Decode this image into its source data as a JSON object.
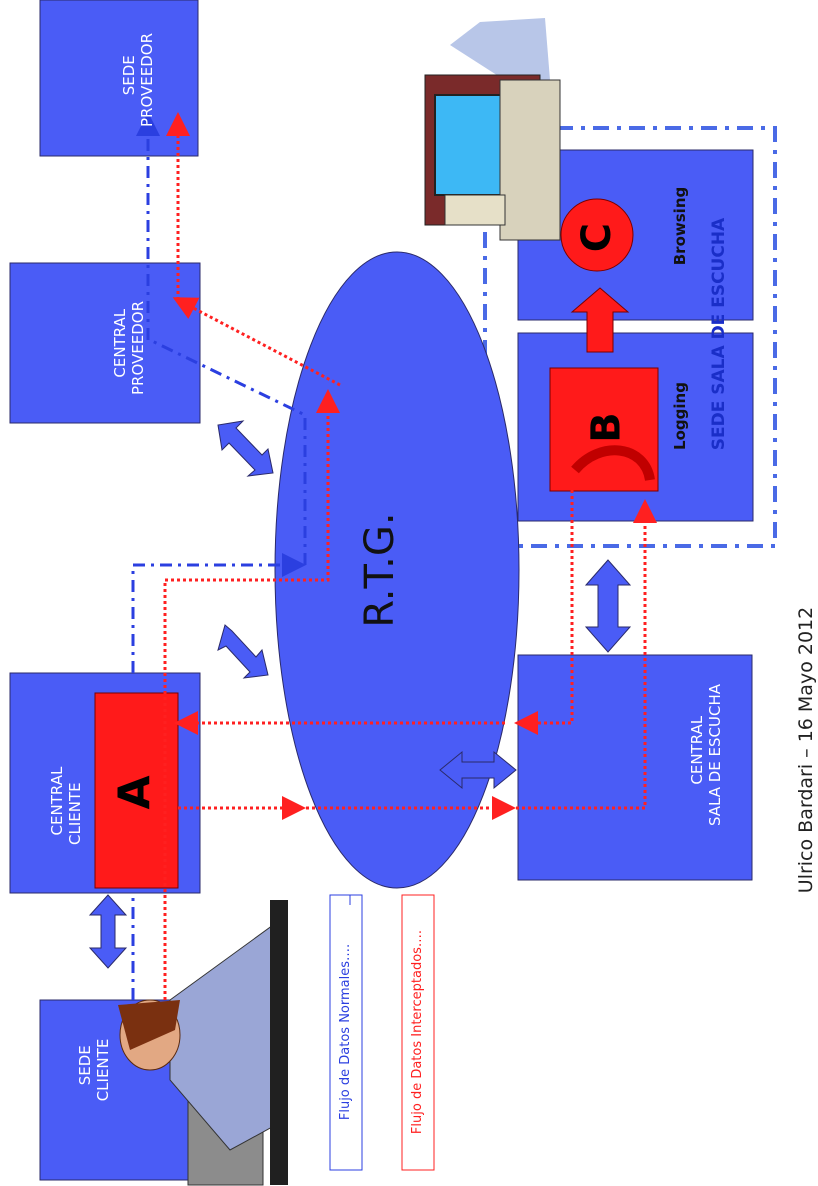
{
  "colors": {
    "box": "#4a5cf6",
    "intercept": "#ff2020",
    "normal": "#2b3fe0",
    "letter_box": "#ff1a1a",
    "sala_border": "#4a6ae6"
  },
  "boxes": {
    "sede_proveedor": "SEDE\nPROVEEDOR",
    "central_proveedor": "CENTRAL\nPROVEEDOR",
    "central_cliente": "CENTRAL\nCLIENTE",
    "sede_cliente": "SEDE\nCLIENTE",
    "central_sala": "CENTRAL\nSALA DE ESCUCHA"
  },
  "letters": {
    "a": "A",
    "b": "B",
    "c": "C"
  },
  "labels": {
    "browsing": "Browsing",
    "logging": "Logging",
    "sala_title": "SEDE SALA DE ESCUCHA",
    "network": "R.T.G."
  },
  "legend": {
    "normal": "Flujo de Datos Normales….",
    "intercepted": "Flujo de Datos Interceptados…."
  },
  "footer": "Ulrico Bardari – 16 Mayo 2012",
  "icons": [
    "computer-icon",
    "person-laptop-icon"
  ]
}
